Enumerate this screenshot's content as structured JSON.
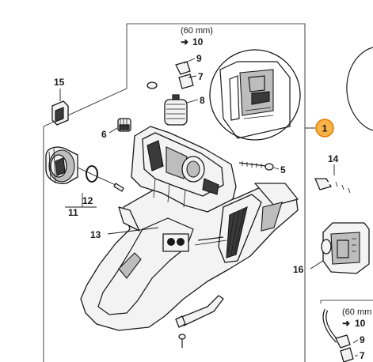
{
  "colors": {
    "callout_fill": "#f7b24a",
    "callout_stroke": "#e07b00",
    "ink": "#1a1a1a",
    "paper": "#ffffff"
  },
  "labels": {
    "hose_length": "(60 mm)",
    "hose_length_2": "(60 mm",
    "ref_arrow": "➜",
    "ref_10": "10",
    "p1": "1",
    "p5": "5",
    "p6": "6",
    "p7": "7",
    "p8": "8",
    "p9": "9",
    "p11": "11",
    "p12": "12",
    "p13": "13",
    "p14": "14",
    "p15": "15",
    "p16": "16"
  }
}
